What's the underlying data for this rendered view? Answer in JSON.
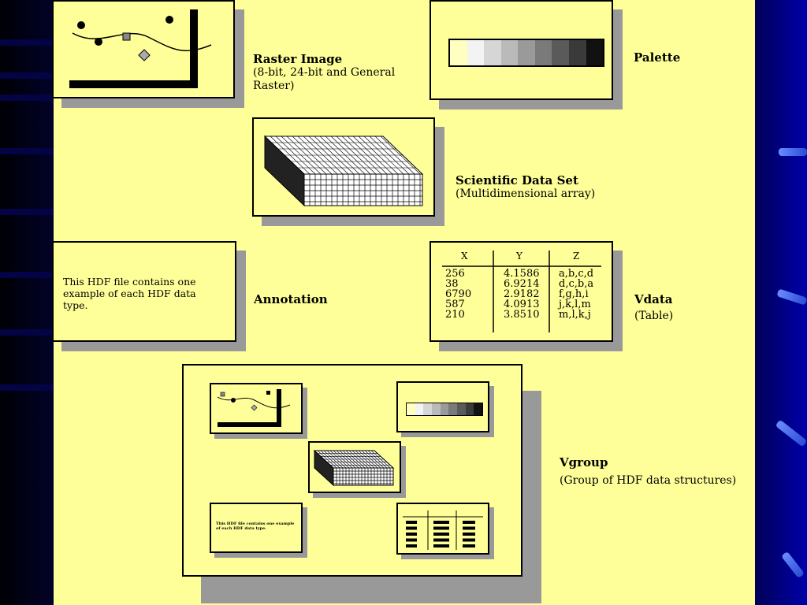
{
  "raster": {
    "title": "Raster Image",
    "desc_line1": "(8-bit, 24-bit and General",
    "desc_line2": "Raster)"
  },
  "palette": {
    "title": "Palette",
    "swatches": [
      "#ffffc0",
      "#f3f3f3",
      "#d6d6d6",
      "#bababa",
      "#9a9a9a",
      "#7a7a7a",
      "#5a5a5a",
      "#3a3a3a",
      "#111111"
    ]
  },
  "sds": {
    "title": "Scientific Data Set",
    "desc": "(Multidimensional array)"
  },
  "annotation": {
    "title": "Annotation",
    "text": "This HDF file contains one example of each HDF data type."
  },
  "vdata": {
    "title": "Vdata",
    "desc": "(Table)",
    "headers": [
      "X",
      "Y",
      "Z"
    ],
    "rows": [
      [
        "256",
        "4.1586",
        "a,b,c,d"
      ],
      [
        "38",
        "6.9214",
        "d,c,b,a"
      ],
      [
        "6790",
        "2.9182",
        "f,g,h,i"
      ],
      [
        "587",
        "4.0913",
        "j,k,l,m"
      ],
      [
        "210",
        "3.8510",
        "m,l,k,j"
      ]
    ]
  },
  "vgroup": {
    "title": "Vgroup",
    "desc": "(Group of HDF data structures)"
  }
}
